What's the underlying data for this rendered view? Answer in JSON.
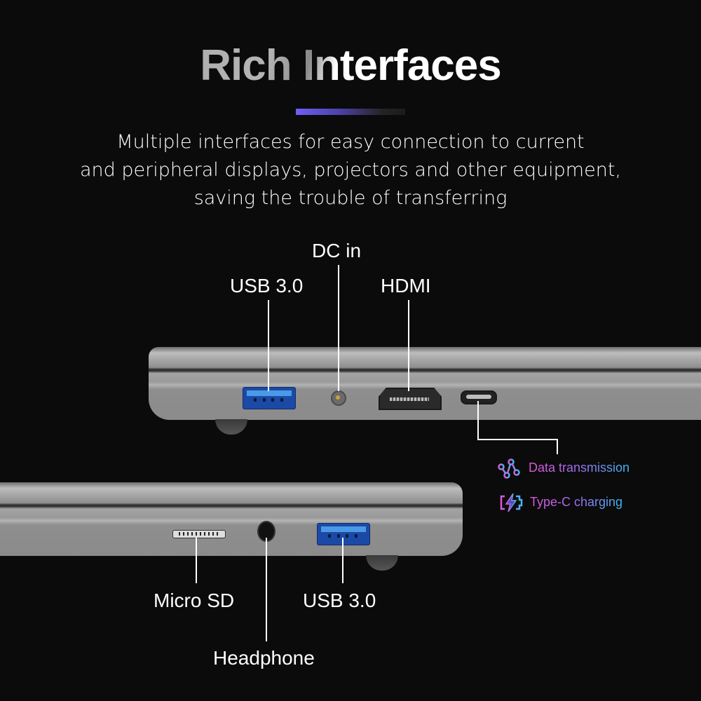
{
  "header": {
    "title": "Rich Interfaces",
    "accent_colors": [
      "#6e5ff5",
      "#1b1b1b"
    ],
    "subtitle_lines": [
      "Multiple interfaces for easy connection to current",
      "and peripheral displays, projectors and other equipment,",
      "saving the trouble of transferring"
    ]
  },
  "top_side": {
    "ports": [
      {
        "label": "USB 3.0",
        "icon": "usb-a-port"
      },
      {
        "label": "DC in",
        "icon": "dc-jack"
      },
      {
        "label": "HDMI",
        "icon": "hdmi-port"
      },
      {
        "label": "",
        "icon": "usb-c-port"
      }
    ]
  },
  "typec_features": [
    {
      "label": "Data transmission",
      "icon": "data-share-icon"
    },
    {
      "label": "Type-C charging",
      "icon": "battery-bolt-icon"
    }
  ],
  "bottom_side": {
    "ports": [
      {
        "label": "Micro SD",
        "icon": "micro-sd-slot"
      },
      {
        "label": "Headphone",
        "icon": "audio-jack"
      },
      {
        "label": "USB 3.0",
        "icon": "usb-a-port"
      }
    ]
  },
  "colors": {
    "background": "#0b0b0b",
    "usb_blue": "#1b49a6",
    "feature_gradient": [
      "#e056d8",
      "#9a6ef0",
      "#3fb8f0"
    ]
  }
}
